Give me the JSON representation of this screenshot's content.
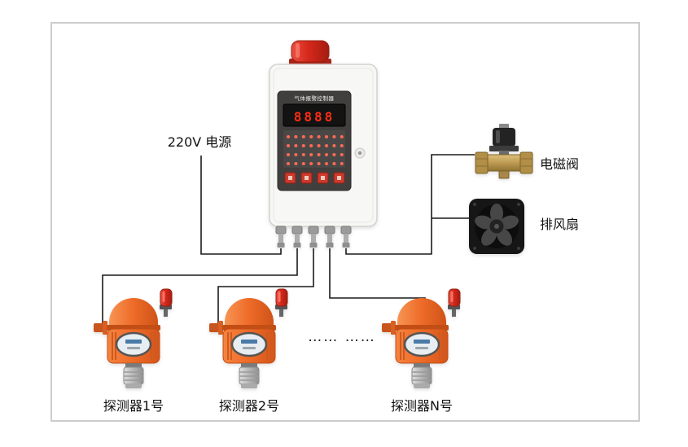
{
  "labels": {
    "power": "220V 电源",
    "valve": "电磁阀",
    "fan": "排风扇",
    "continuation_dots": "…… ……"
  },
  "controller": {
    "panel_title": "气体报警控制器",
    "display_value": "8888"
  },
  "detectors": [
    {
      "label": "探测器1号"
    },
    {
      "label": "探测器2号"
    },
    {
      "label": "探测器N号"
    }
  ],
  "colors": {
    "wire": "#1a1a1a",
    "frame_border": "#cccccc",
    "detector_orange": "#ed6b28",
    "beacon_red": "#d5281b",
    "valve_brass": "#c3a05a",
    "fan_black": "#161616",
    "display_digit_red": "#ff2d12"
  }
}
